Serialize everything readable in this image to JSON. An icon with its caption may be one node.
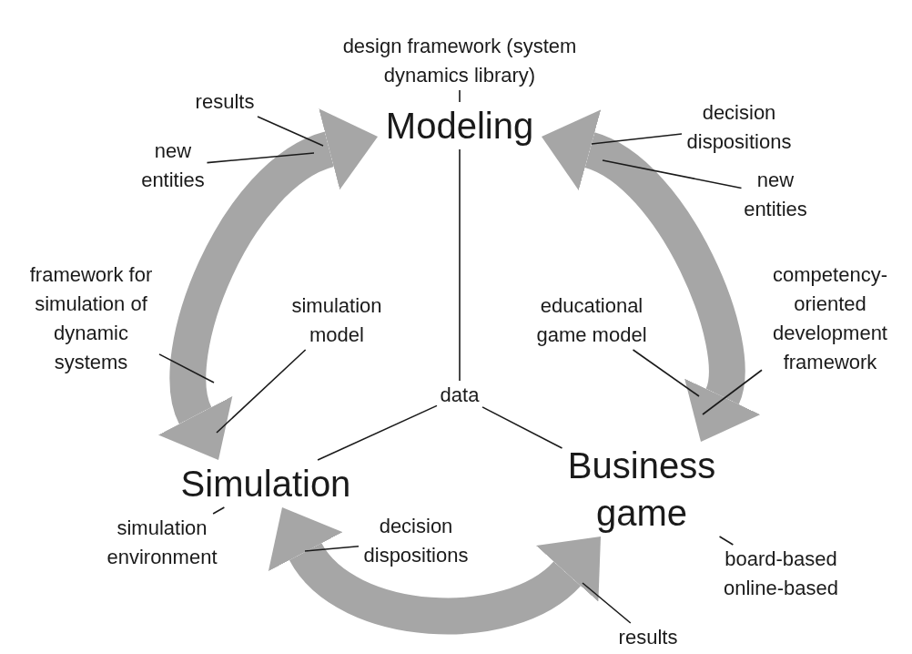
{
  "diagram": {
    "nodes": [
      {
        "text": [
          "Modeling"
        ]
      },
      {
        "text": [
          "Simulation"
        ]
      },
      {
        "text": [
          "Business game"
        ]
      },
      {
        "text": [
          "data"
        ]
      },
      {
        "text": [
          "design framework (system dynamics library)"
        ]
      },
      {
        "text": [
          "results"
        ]
      },
      {
        "text": [
          "new entities"
        ]
      },
      {
        "text": [
          "decision dispositions"
        ]
      },
      {
        "text": [
          "new entities"
        ]
      },
      {
        "text": [
          "framework for simulation of dynamic systems"
        ]
      },
      {
        "text": [
          "simulation model"
        ]
      },
      {
        "text": [
          "educational game model"
        ]
      },
      {
        "text": [
          "competency-oriented development framework"
        ]
      },
      {
        "text": [
          "simulation environment"
        ]
      },
      {
        "text": [
          "decision dispositions"
        ]
      },
      {
        "text": [
          "board-based online-based"
        ]
      },
      {
        "text": [
          "results"
        ]
      }
    ],
    "edges": [
      {
        "from": 0,
        "to": 1,
        "arrow": "both",
        "style": "thick",
        "color": "#a6a6a6"
      },
      {
        "from": 0,
        "to": 2,
        "arrow": "both",
        "style": "thick",
        "color": "#a6a6a6"
      },
      {
        "from": 1,
        "to": 2,
        "arrow": "both",
        "style": "thick",
        "color": "#a6a6a6"
      },
      {
        "from": 0,
        "to": 3,
        "arrow": "none"
      },
      {
        "from": 3,
        "to": 1,
        "arrow": "none"
      },
      {
        "from": 3,
        "to": 2,
        "arrow": "none"
      },
      {
        "from": 4,
        "to": 0,
        "arrow": "none"
      },
      {
        "from": 5,
        "to": null,
        "arrow": "none"
      },
      {
        "from": 6,
        "to": null,
        "arrow": "none"
      },
      {
        "from": 7,
        "to": null,
        "arrow": "none"
      },
      {
        "from": 8,
        "to": null,
        "arrow": "none"
      },
      {
        "from": 9,
        "to": null,
        "arrow": "none"
      },
      {
        "from": 10,
        "to": null,
        "arrow": "none"
      },
      {
        "from": 11,
        "to": null,
        "arrow": "none"
      },
      {
        "from": 12,
        "to": null,
        "arrow": "none"
      },
      {
        "from": 13,
        "to": 1,
        "arrow": "none"
      },
      {
        "from": 14,
        "to": null,
        "arrow": "none"
      },
      {
        "from": 15,
        "to": 2,
        "arrow": "none"
      },
      {
        "from": 16,
        "to": null,
        "arrow": "none"
      }
    ]
  }
}
